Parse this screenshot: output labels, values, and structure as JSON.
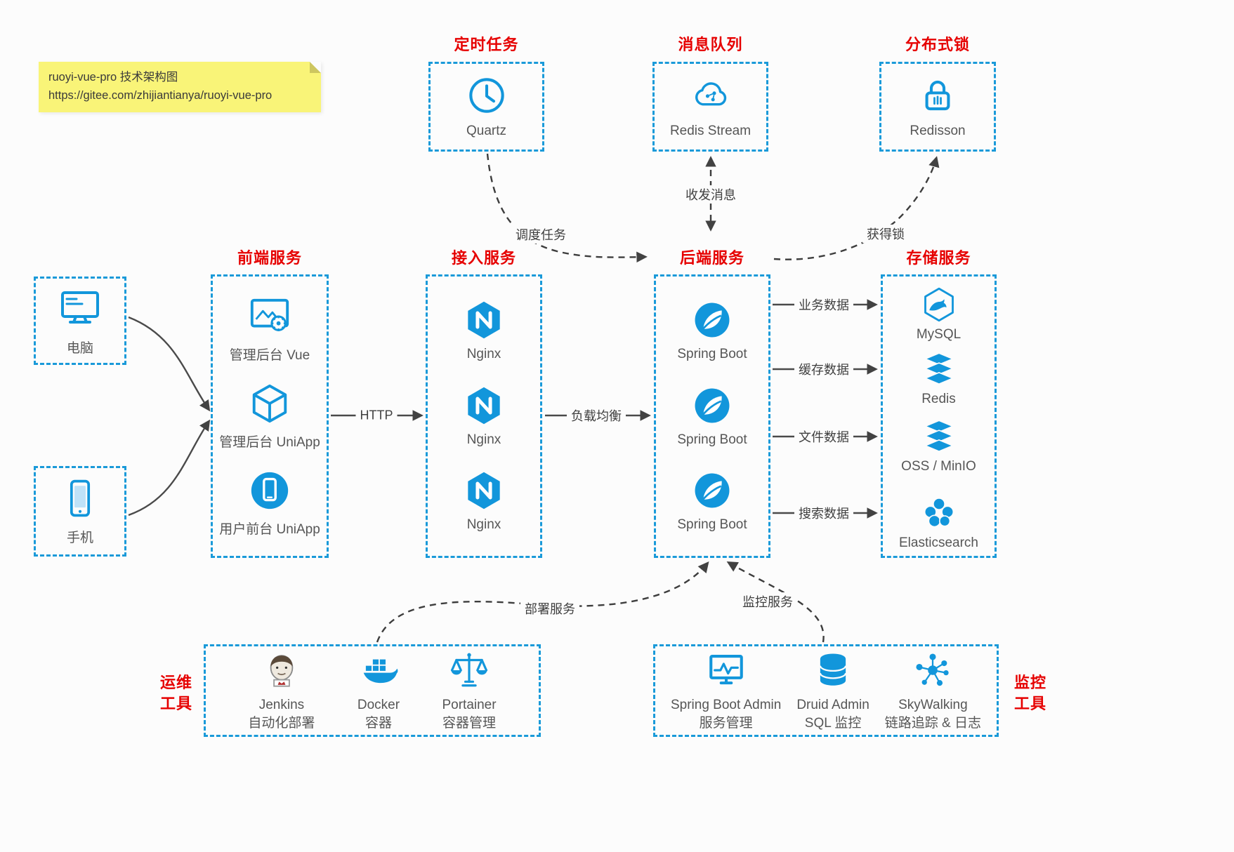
{
  "note": {
    "line1": "ruoyi-vue-pro 技术架构图",
    "line2": "https://gitee.com/zhijiantianya/ruoyi-vue-pro"
  },
  "titles": {
    "scheduled": "定时任务",
    "mq": "消息队列",
    "lock": "分布式锁",
    "frontend": "前端服务",
    "gateway": "接入服务",
    "backend": "后端服务",
    "storage": "存储服务",
    "ops": {
      "line1": "运维",
      "line2": "工具"
    },
    "monitor": {
      "line1": "监控",
      "line2": "工具"
    }
  },
  "nodes": {
    "quartz": "Quartz",
    "redis_stream": "Redis Stream",
    "redisson": "Redisson",
    "pc": "电脑",
    "phone": "手机",
    "frontend": [
      "管理后台 Vue",
      "管理后台 UniApp",
      "用户前台 UniApp"
    ],
    "gateway": [
      "Nginx",
      "Nginx",
      "Nginx"
    ],
    "backend": [
      "Spring Boot",
      "Spring Boot",
      "Spring Boot"
    ],
    "storage": [
      "MySQL",
      "Redis",
      "OSS / MinIO",
      "Elasticsearch"
    ],
    "ops": [
      {
        "name": "Jenkins",
        "desc": "自动化部署"
      },
      {
        "name": "Docker",
        "desc": "容器"
      },
      {
        "name": "Portainer",
        "desc": "容器管理"
      }
    ],
    "monitor": [
      {
        "name": "Spring Boot Admin",
        "desc": "服务管理"
      },
      {
        "name": "Druid Admin",
        "desc": "SQL 监控"
      },
      {
        "name": "SkyWalking",
        "desc": "链路追踪 & 日志"
      }
    ]
  },
  "edges": {
    "http": "HTTP",
    "load_balance": "负载均衡",
    "business_data": "业务数据",
    "cache_data": "缓存数据",
    "file_data": "文件数据",
    "search_data": "搜索数据",
    "schedule_task": "调度任务",
    "send_receive_msg": "收发消息",
    "acquire_lock": "获得锁",
    "deploy_service": "部署服务",
    "monitor_service": "监控服务"
  },
  "icons": {
    "quartz": "clock-icon",
    "redis_stream": "cloud-network-icon",
    "redisson": "padlock-icon",
    "pc": "desktop-monitor-icon",
    "phone": "smartphone-icon",
    "admin_vue": "dashboard-gear-icon",
    "admin_uniapp": "cube-icon",
    "user_uniapp": "mobile-app-circle-icon",
    "nginx": "nginx-hexagon-icon",
    "spring_boot": "spring-leaf-icon",
    "mysql": "mysql-dolphin-icon",
    "redis": "layer-stack-icon",
    "oss": "layer-stack-icon",
    "elasticsearch": "cluster-circles-icon",
    "jenkins": "jenkins-butler-icon",
    "docker": "docker-whale-icon",
    "portainer": "scales-icon",
    "spring_boot_admin": "monitor-chart-icon",
    "druid": "database-cylinder-icon",
    "skywalking": "network-graph-icon"
  },
  "colors": {
    "accent": "#1296db",
    "border_blue": "#1a9ad9",
    "title_red": "#e60000",
    "note_bg": "#f9f478",
    "arrow_gray": "#424242"
  }
}
